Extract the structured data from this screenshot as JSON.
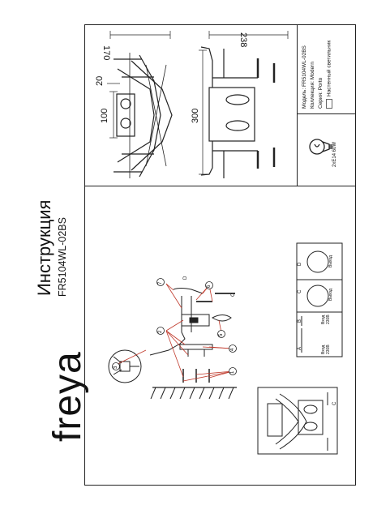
{
  "brand": "freya",
  "title": "Инструкция",
  "model_code": "FR5104WL-02BS",
  "info": {
    "model_label": "Модель:",
    "model_value": "FR5104WL-02BS",
    "collection_label": "Коллекция:",
    "collection_value": "Modern",
    "series_label": "Серия:",
    "series_value": "Porto",
    "type_value": "Настенный светильник"
  },
  "bulb": "2xE14 60W",
  "dimensions": {
    "width_top": "170",
    "depth_20": "20",
    "depth_100": "100",
    "height_300": "300",
    "width_238": "238"
  },
  "steps": {
    "s1": "1",
    "s2": "2",
    "s3": "3",
    "s4": "4",
    "s5": "5",
    "s6": "6",
    "s7": "7"
  },
  "letters": {
    "a": "A",
    "b": "B",
    "c": "C",
    "d": "D"
  },
  "wiring": {
    "voltage_label_1": "Вход",
    "voltage_value_1": "230В",
    "voltage_label_2": "Вход",
    "voltage_value_2": "230В",
    "output_label": "Выход"
  },
  "colors": {
    "line": "#222222",
    "leader": "#c0392b"
  }
}
